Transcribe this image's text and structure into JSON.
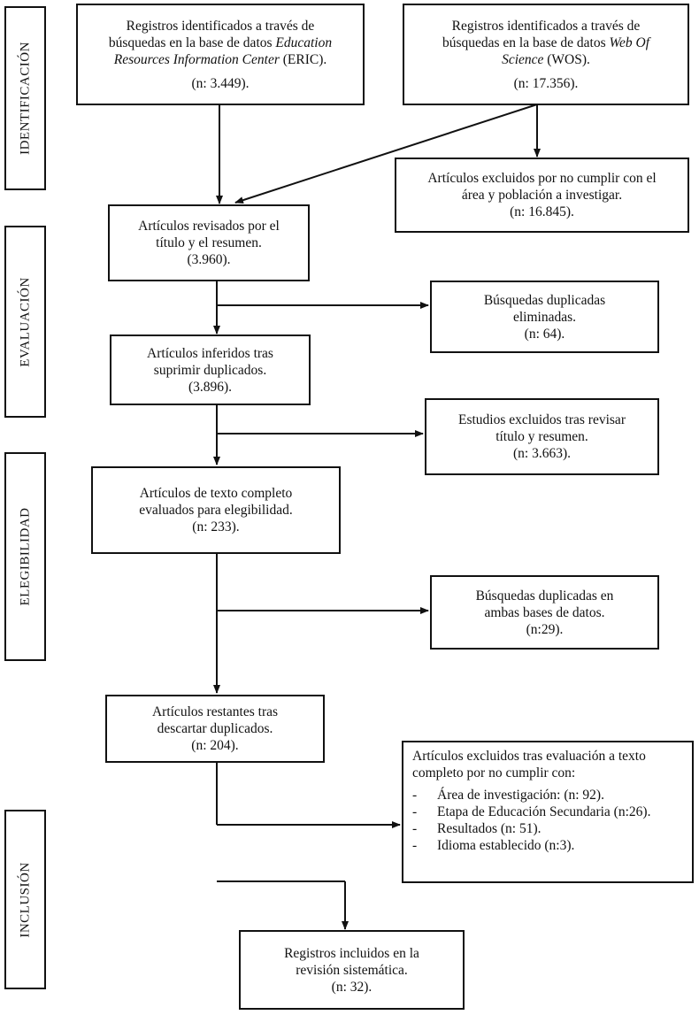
{
  "phases": {
    "identificacion": "IDENTIFICACIÓN",
    "evaluacion": "EVALUACIÓN",
    "elegibilidad": "ELEGIBILIDAD",
    "inclusion": "INCLUSIÓN"
  },
  "boxes": {
    "eric": {
      "line1": "Registros identificados a través de",
      "line2a": "búsquedas en la base de datos ",
      "line2b": "Education",
      "line3a": "Resources Information Center",
      "line3b": " (ERIC).",
      "count": "(n: 3.449)."
    },
    "wos": {
      "line1": "Registros identificados a través de",
      "line2a": "búsquedas en la base de datos ",
      "line2b": "Web Of",
      "line3a": "Science",
      "line3b": " (WOS).",
      "count": "(n: 17.356)."
    },
    "excl_area": {
      "line1": "Artículos excluidos por no cumplir con el",
      "line2": "área y población a investigar.",
      "line3": "(n: 16.845)."
    },
    "revisados": {
      "line1": "Artículos revisados por el",
      "line2": "título y el resumen.",
      "line3": "(3.960)."
    },
    "duplicadas": {
      "line1": "Búsquedas duplicadas",
      "line2": "eliminadas.",
      "line3": "(n: 64)."
    },
    "inferidos": {
      "line1": "Artículos inferidos tras",
      "line2": "suprimir duplicados.",
      "line3": "(3.896)."
    },
    "excl_titulo": {
      "line1": "Estudios excluidos tras revisar",
      "line2": "título y resumen.",
      "line3": "(n: 3.663)."
    },
    "texto_completo": {
      "line1": "Artículos de texto completo",
      "line2": "evaluados para elegibilidad.",
      "line3": "(n: 233)."
    },
    "duplicadas_ambas": {
      "line1": "Búsquedas duplicadas en",
      "line2": "ambas bases de datos.",
      "line3": "(n:29)."
    },
    "restantes": {
      "line1": "Artículos restantes tras",
      "line2": "descartar duplicados.",
      "line3": "(n: 204)."
    },
    "excl_completo": {
      "line1": "Artículos excluidos tras evaluación a texto",
      "line2": "completo por no cumplir con:",
      "items": [
        "Área de investigación: (n: 92).",
        "Etapa de Educación Secundaria (n:26).",
        "Resultados (n: 51).",
        "Idioma establecido (n:3)."
      ]
    },
    "incluidos": {
      "line1": "Registros incluidos en la",
      "line2": "revisión sistemática.",
      "line3": "(n: 32)."
    }
  }
}
